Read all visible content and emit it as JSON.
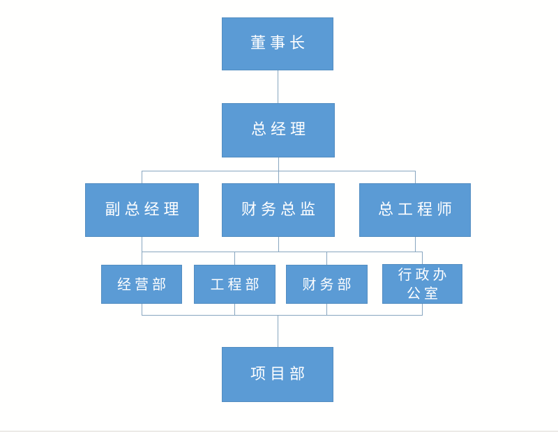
{
  "page": {
    "background_color": "#ffffff"
  },
  "diagram": {
    "type": "org-chart",
    "node_fill_color": "#5b9bd5",
    "node_text_color": "#ffffff",
    "connector_color": "#87a5bf",
    "nodes": [
      {
        "id": "chairman",
        "label": "董事长",
        "level": 1
      },
      {
        "id": "general-manager",
        "label": "总经理",
        "level": 2
      },
      {
        "id": "deputy-general-manager",
        "label": "副总经理",
        "level": 3
      },
      {
        "id": "finance-director",
        "label": "财务总监",
        "level": 3
      },
      {
        "id": "chief-engineer",
        "label": "总工程师",
        "level": 3
      },
      {
        "id": "operations-dept",
        "label": "经营部",
        "level": 4
      },
      {
        "id": "engineering-dept",
        "label": "工程部",
        "level": 4
      },
      {
        "id": "finance-dept",
        "label": "财务部",
        "level": 4
      },
      {
        "id": "admin-office",
        "label": "行政办公室",
        "label_lines": [
          "行政办",
          "公室"
        ],
        "level": 4
      },
      {
        "id": "project-dept",
        "label": "项目部",
        "level": 5
      }
    ],
    "edges": [
      {
        "from": [
          "chairman"
        ],
        "to": [
          "general-manager"
        ],
        "style": "direct"
      },
      {
        "from": [
          "general-manager"
        ],
        "to": [
          "deputy-general-manager",
          "finance-director",
          "chief-engineer"
        ],
        "style": "bus"
      },
      {
        "from": [
          "deputy-general-manager",
          "finance-director",
          "chief-engineer"
        ],
        "to": [
          "operations-dept",
          "engineering-dept",
          "finance-dept",
          "admin-office"
        ],
        "style": "bus"
      },
      {
        "from": [
          "operations-dept",
          "engineering-dept",
          "finance-dept",
          "admin-office"
        ],
        "to": [
          "project-dept"
        ],
        "style": "bus"
      }
    ]
  }
}
